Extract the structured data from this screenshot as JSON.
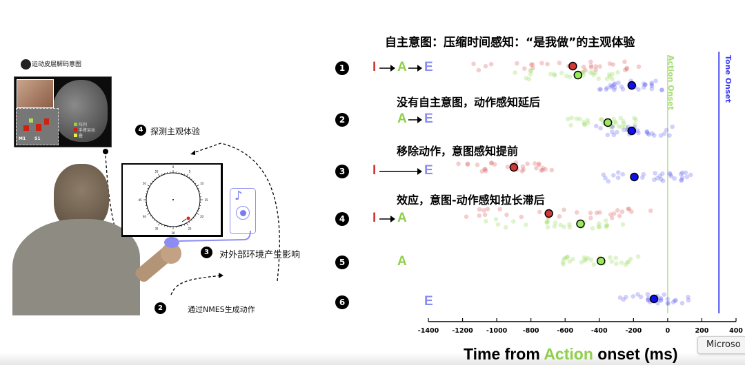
{
  "left": {
    "brain_caption": "运动皮层解码意图",
    "brain_legend": [
      "阵列",
      "手臂运动",
      "叠"
    ],
    "brain_inset_labels": [
      "M1",
      "S1"
    ],
    "step4": {
      "num": "4",
      "label": "探测主观体验"
    },
    "step3": {
      "num": "3",
      "label": "对外部环境产生影响"
    },
    "step2": {
      "num": "2",
      "label": "通过NMES生成动作"
    },
    "clock_ticks": [
      "55",
      "0",
      "5",
      "10",
      "15",
      "20",
      "25",
      "30",
      "35",
      "40",
      "45",
      "50"
    ]
  },
  "title": "自主意图：压缩时间感知：“是我做”的主观体验",
  "rows": [
    {
      "num": "1",
      "seq": [
        "I",
        "A",
        "E"
      ],
      "subtitle": ""
    },
    {
      "num": "2",
      "seq": [
        "A",
        "E"
      ],
      "subtitle": "没有自主意图，动作感知延后"
    },
    {
      "num": "3",
      "seq": [
        "I",
        "E"
      ],
      "subtitle": "移除动作，意图感知提前"
    },
    {
      "num": "4",
      "seq": [
        "I",
        "A"
      ],
      "subtitle": "效应，意图-动作感知拉长滞后"
    },
    {
      "num": "5",
      "seq": [
        "A"
      ],
      "subtitle": ""
    },
    {
      "num": "6",
      "seq": [
        "E"
      ],
      "subtitle": ""
    }
  ],
  "tooltip": "Microso",
  "chart_data": {
    "type": "scatter",
    "xlabel_parts": [
      "Time from ",
      "Action",
      " onset (ms)"
    ],
    "xlim": [
      -1400,
      400
    ],
    "xticks": [
      -1400,
      -1200,
      -1000,
      -800,
      -600,
      -400,
      -200,
      0,
      200,
      400
    ],
    "reference_lines": [
      {
        "label": "Action Onset",
        "x": 0,
        "color": "#b5e08a"
      },
      {
        "label": "Tone Onset",
        "x": 300,
        "color": "#4a4ff0"
      }
    ],
    "colors": {
      "I": "#d03a35",
      "A": "#9be85a",
      "E": "#1010ee"
    },
    "series": [
      {
        "row": 1,
        "type": "I",
        "mean": -555,
        "spread": [
          -1200,
          -100
        ]
      },
      {
        "row": 1,
        "type": "A",
        "mean": -525,
        "spread": [
          -900,
          -250
        ]
      },
      {
        "row": 1,
        "type": "E",
        "mean": -210,
        "spread": [
          -400,
          -30
        ]
      },
      {
        "row": 2,
        "type": "A",
        "mean": -350,
        "spread": [
          -600,
          -150
        ]
      },
      {
        "row": 2,
        "type": "E",
        "mean": -210,
        "spread": [
          -420,
          30
        ]
      },
      {
        "row": 3,
        "type": "I",
        "mean": -900,
        "spread": [
          -1280,
          -650
        ]
      },
      {
        "row": 3,
        "type": "E",
        "mean": -195,
        "spread": [
          -420,
          160
        ]
      },
      {
        "row": 4,
        "type": "I",
        "mean": -695,
        "spread": [
          -1180,
          10
        ]
      },
      {
        "row": 4,
        "type": "A",
        "mean": -510,
        "spread": [
          -1200,
          -200
        ]
      },
      {
        "row": 5,
        "type": "A",
        "mean": -390,
        "spread": [
          -700,
          -170
        ]
      },
      {
        "row": 6,
        "type": "E",
        "mean": -80,
        "spread": [
          -310,
          130
        ]
      }
    ]
  }
}
